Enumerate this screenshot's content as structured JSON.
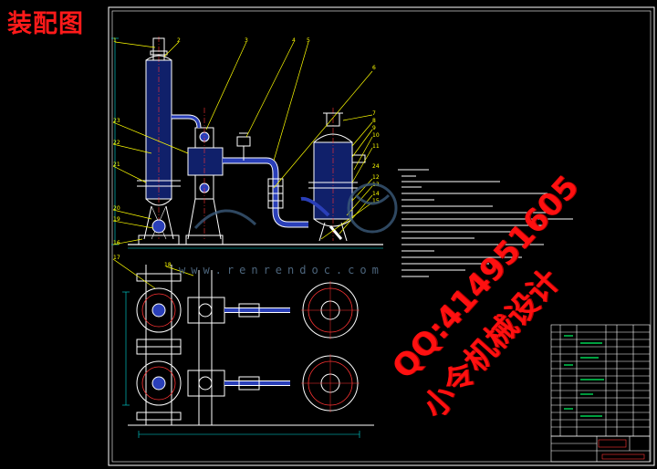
{
  "title": "装配图",
  "watermark": {
    "line1": "QQ:414951605",
    "line2": "小令机械设计",
    "site": "www.renrendoc.com"
  },
  "balloons": [
    "1",
    "2",
    "3",
    "4",
    "5",
    "6",
    "7",
    "8",
    "9",
    "10",
    "11",
    "12",
    "13",
    "14",
    "15",
    "16",
    "17",
    "18",
    "19",
    "20",
    "21",
    "22",
    "23",
    "24"
  ],
  "colors": {
    "background": "#000000",
    "outline": "#ffffff",
    "leader": "#ffff00",
    "centerline": "#ff3333",
    "dimension": "#00e0e0",
    "watermark": "#ff1010",
    "blue_fill": "#2a3fb8"
  }
}
